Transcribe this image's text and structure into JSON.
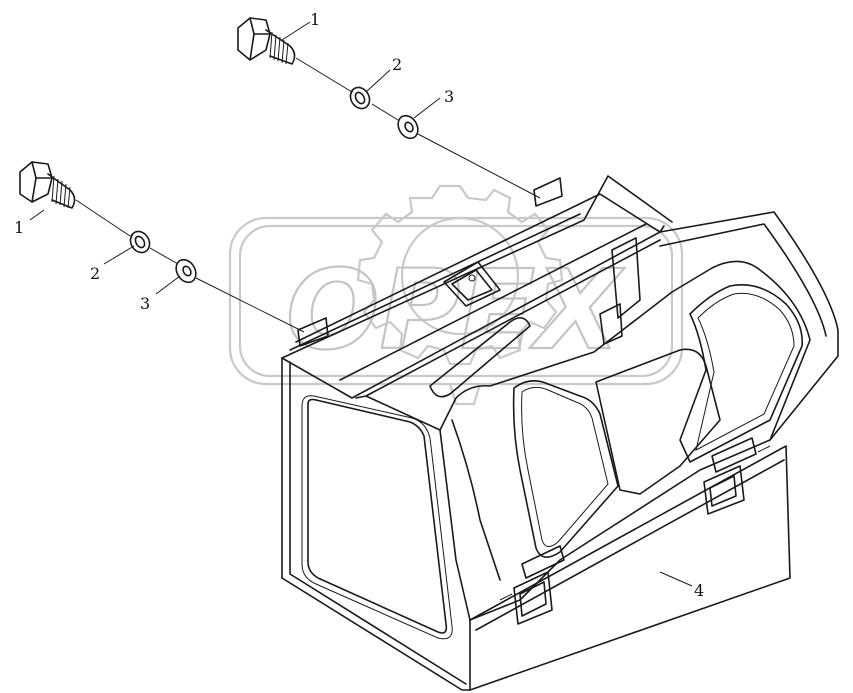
{
  "watermark": {
    "text": "OPEX"
  },
  "callouts": [
    {
      "id": "c1a",
      "label": "1"
    },
    {
      "id": "c2a",
      "label": "2"
    },
    {
      "id": "c3a",
      "label": "3"
    },
    {
      "id": "c1b",
      "label": "1"
    },
    {
      "id": "c2b",
      "label": "2"
    },
    {
      "id": "c3b",
      "label": "3"
    },
    {
      "id": "c4",
      "label": "4"
    }
  ],
  "parts": [
    {
      "callout": "1",
      "icon": "hex-bolt-icon"
    },
    {
      "callout": "2",
      "icon": "spring-washer-icon"
    },
    {
      "callout": "3",
      "icon": "flat-washer-icon"
    },
    {
      "callout": "4",
      "icon": "tool-box-icon"
    }
  ]
}
